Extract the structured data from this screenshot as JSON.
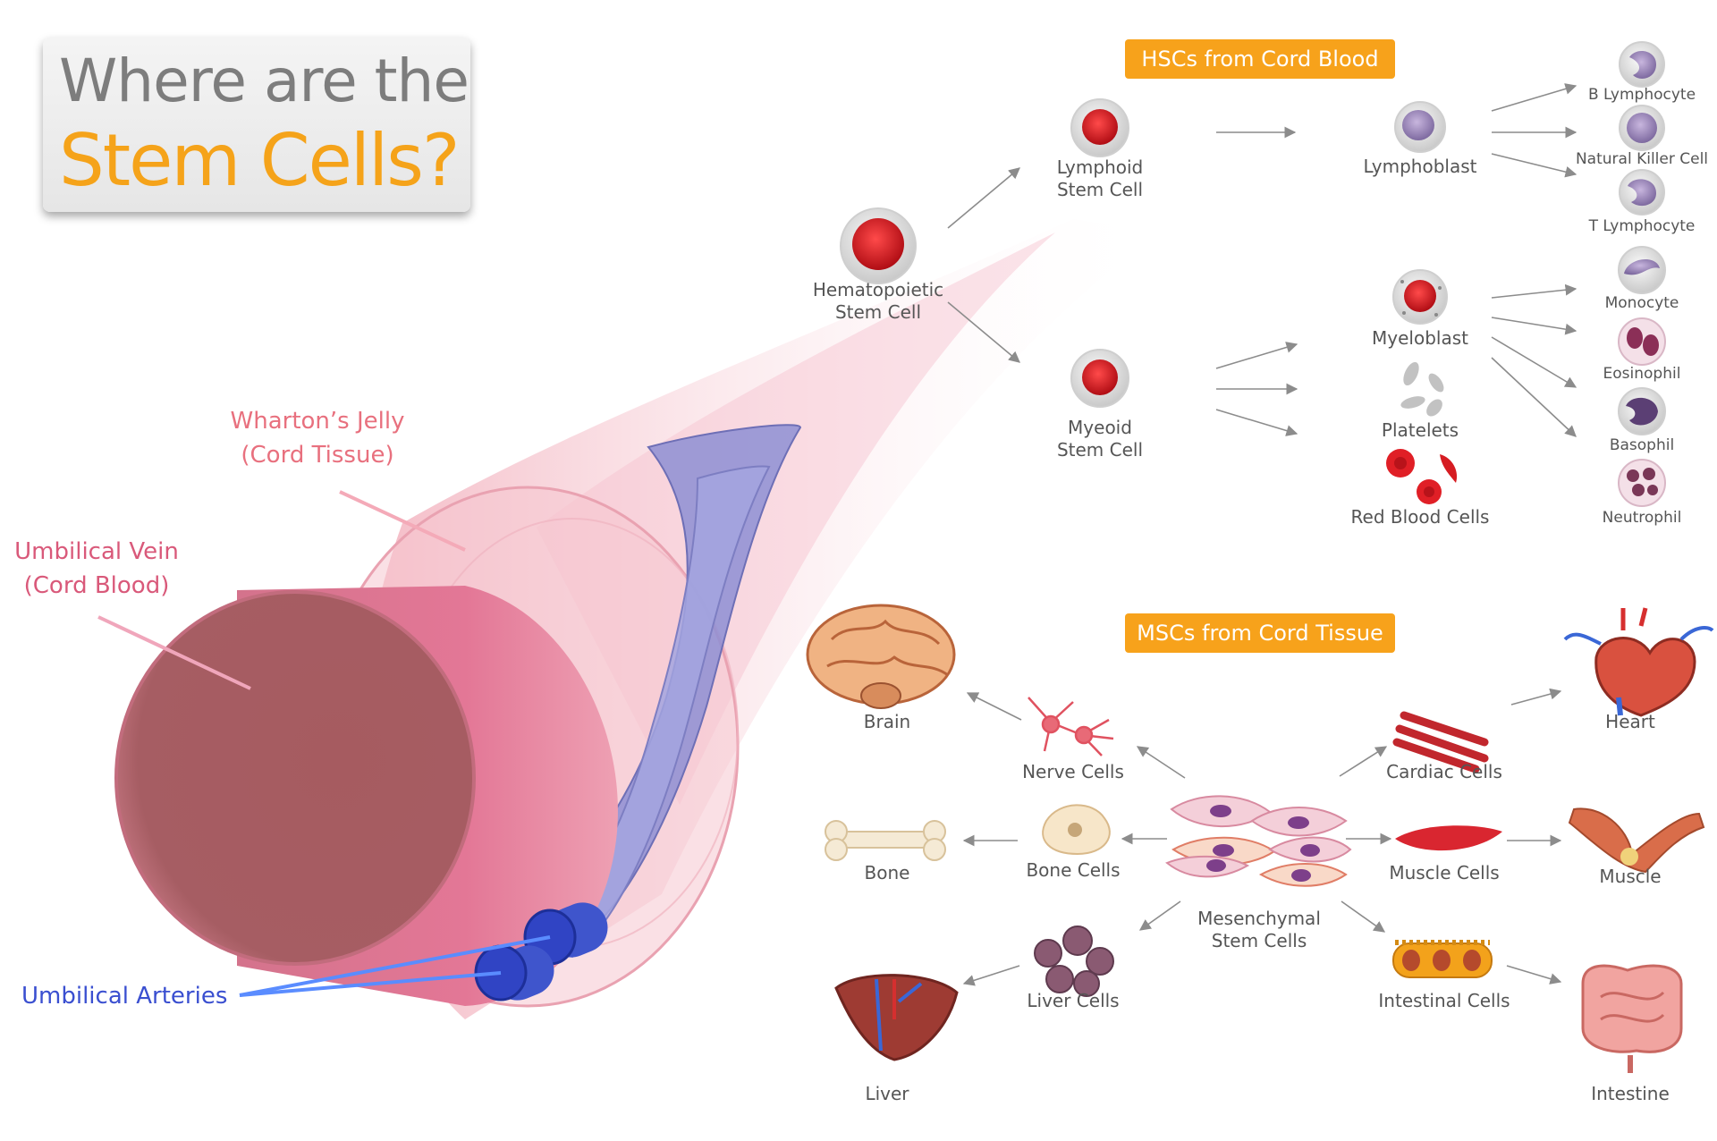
{
  "title": {
    "line1": "Where are the",
    "line2": "Stem Cells?"
  },
  "cord": {
    "wharton": "Wharton’s Jelly\n(Cord Tissue)",
    "vein": "Umbilical Vein\n(Cord Blood)",
    "arteries": "Umbilical Arteries"
  },
  "hsc": {
    "banner": "HSCs from Cord Blood",
    "hematopoietic": "Hematopoietic\nStem Cell",
    "lymphoid": "Lymphoid\nStem Cell",
    "myeoid": "Myeoid\nStem Cell",
    "lymphoblast": "Lymphoblast",
    "myeloblast": "Myeloblast",
    "platelets": "Platelets",
    "red_blood_cells": "Red Blood Cells",
    "b_lymphocyte": "B Lymphocyte",
    "natural_killer": "Natural Killer Cell",
    "t_lymphocyte": "T Lymphocyte",
    "monocyte": "Monocyte",
    "eosinophil": "Eosinophil",
    "basophil": "Basophil",
    "neutrophil": "Neutrophil"
  },
  "msc": {
    "banner": "MSCs from Cord Tissue",
    "mesenchymal": "Mesenchymal\nStem Cells",
    "brain": "Brain",
    "nerve_cells": "Nerve Cells",
    "bone": "Bone",
    "bone_cells": "Bone Cells",
    "liver_cells": "Liver Cells",
    "liver": "Liver",
    "cardiac_cells": "Cardiac Cells",
    "heart": "Heart",
    "muscle_cells": "Muscle Cells",
    "muscle": "Muscle",
    "intestinal_cells": "Intestinal Cells",
    "intestine": "Intestine"
  },
  "colors": {
    "accent_orange": "#f7a21b",
    "title_gray": "#7d7d7d",
    "wharton_pink": "#e8707e",
    "vein_pink": "#d9597a",
    "artery_blue": "#3a4fd0",
    "label_gray": "#555555"
  }
}
